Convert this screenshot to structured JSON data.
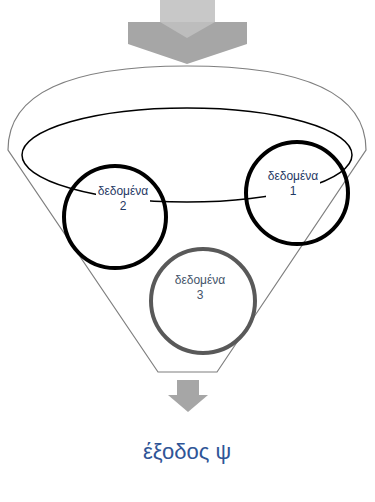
{
  "diagram": {
    "nodes": [
      {
        "text": [
          "δεδομένα 1"
        ]
      },
      {
        "text": [
          "δεδομένα 2"
        ]
      },
      {
        "text": [
          "δεδομένα 3"
        ]
      }
    ],
    "labels": [
      "έξοδος ψ"
    ]
  }
}
